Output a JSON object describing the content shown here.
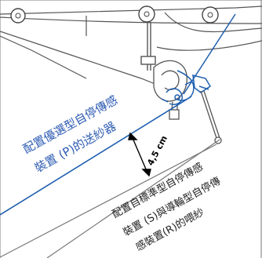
{
  "labels": {
    "blue_line_1": "配置優選型自停傳感",
    "blue_line_2": "裝置 (P)的送紗器",
    "measure": "4,5 cm",
    "grey_line_1": "配置自標準型自停傳感",
    "grey_line_2": "裝置 (S)與導輪型自停傳",
    "grey_line_3": "感裝置(R)的喂紗"
  },
  "colors": {
    "blue_label": "#2f5db3",
    "blue_line": "#1f5fb0",
    "sketch": "#555555",
    "grey_label": "#222222"
  }
}
